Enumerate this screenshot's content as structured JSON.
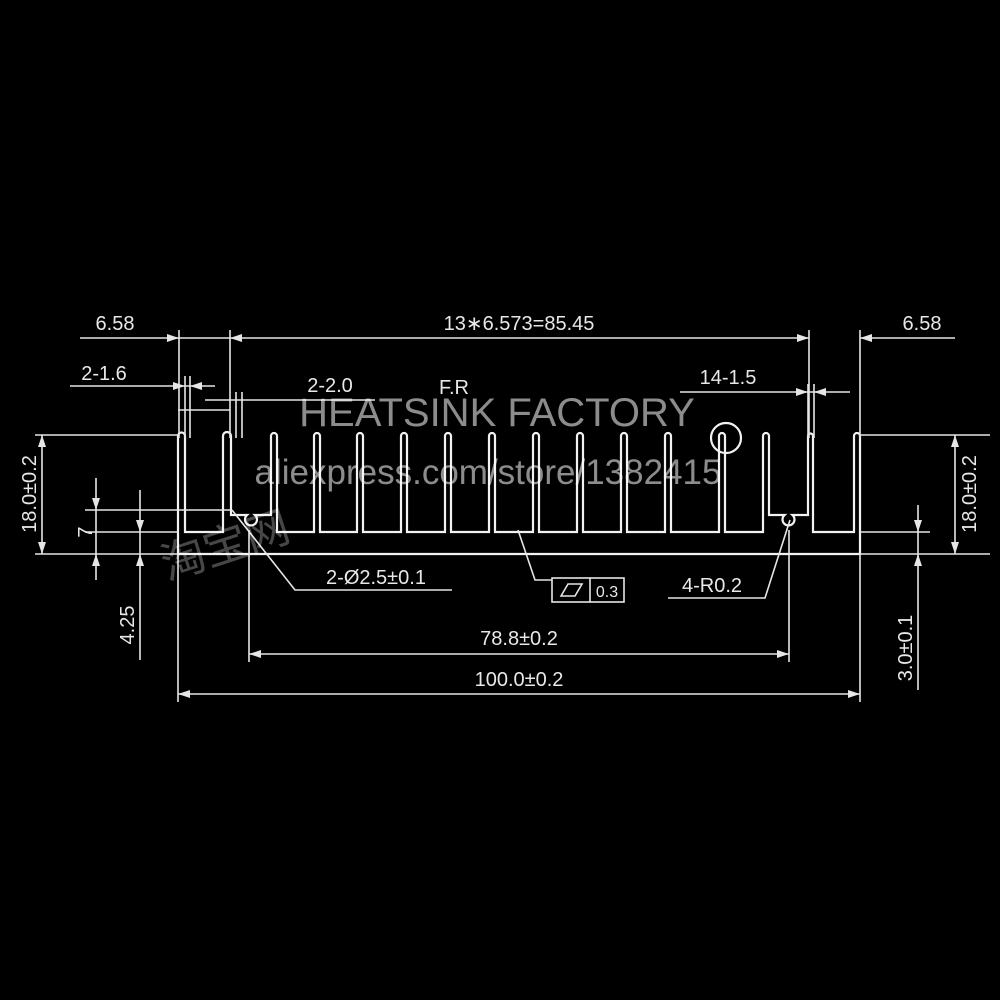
{
  "dimensions": {
    "left_margin": "6.58",
    "pitch": "13∗6.573=85.45",
    "right_margin": "6.58",
    "edge_fin": "2-1.6",
    "inner_fin": "2-2.0",
    "fr": "F.R",
    "fin_count": "14-1.5",
    "height_left": "18.0±0.2",
    "height_right": "18.0±0.2",
    "groove_depth": "7",
    "groove_offset": "4.25",
    "hole": "2-Ø2.5±0.1",
    "flatness": "0.3",
    "radius": "4-R0.2",
    "inner_width": "78.8±0.2",
    "total_width": "100.0±0.2",
    "base_thickness": "3.0±0.1"
  },
  "watermark": {
    "title": "HEATSINK FACTORY",
    "url": "aliexpress.com/store/1382415",
    "cjk": "淘宝网"
  }
}
